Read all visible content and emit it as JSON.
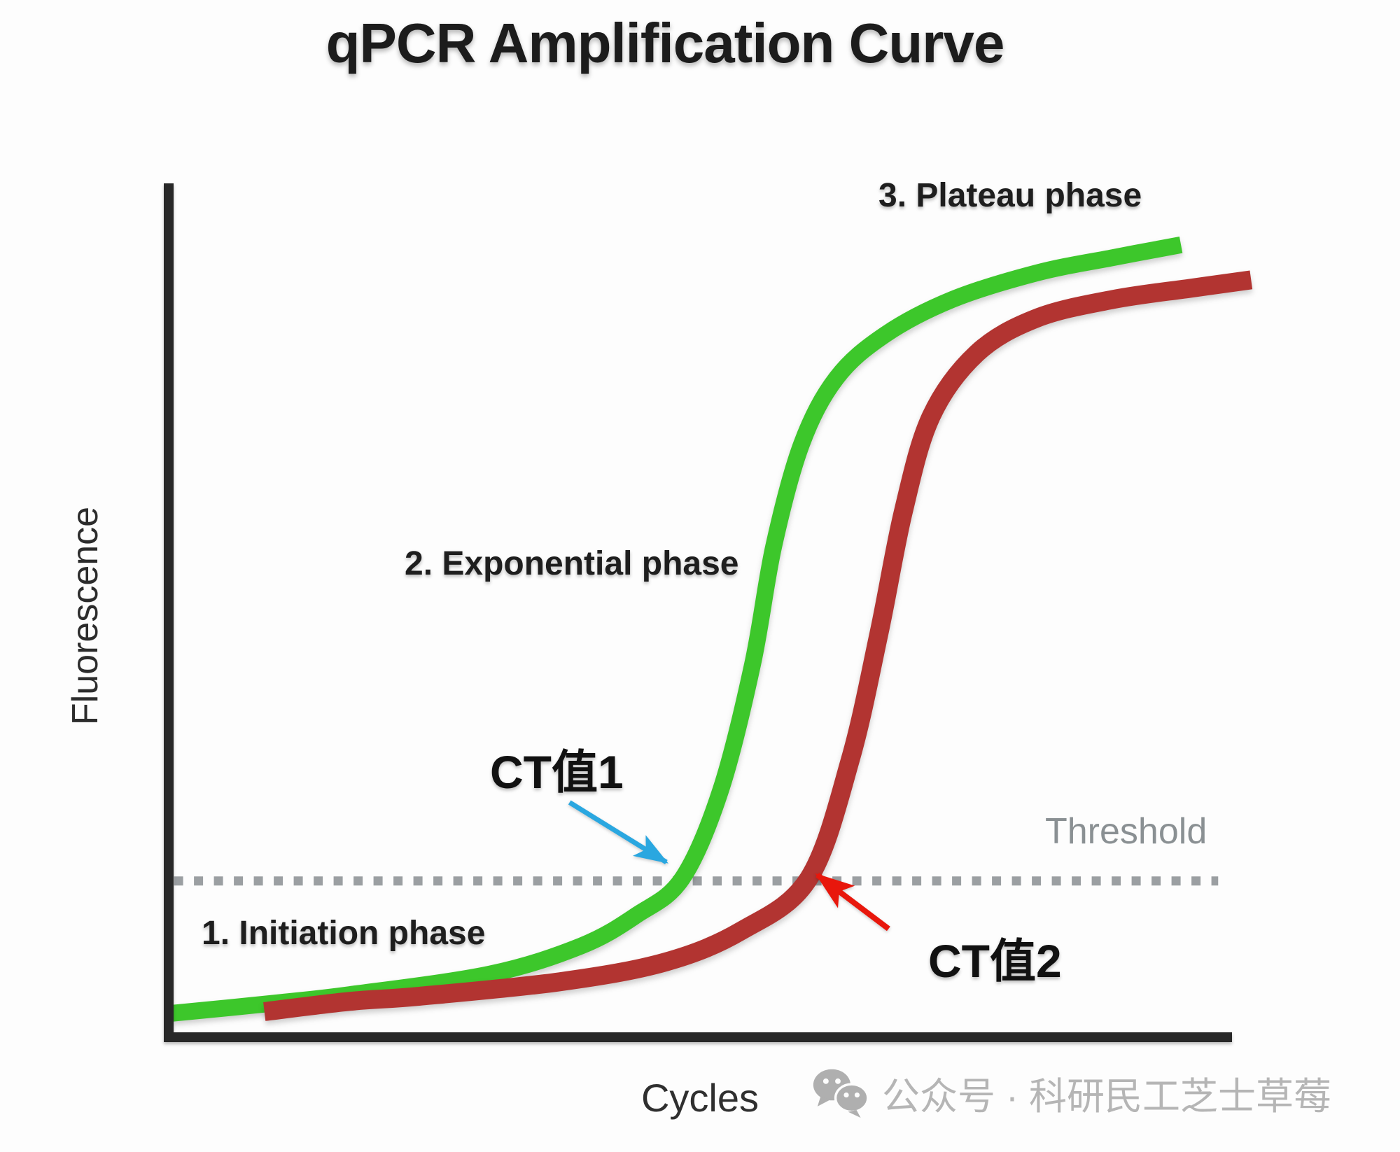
{
  "title": "qPCR Amplification Curve",
  "colors": {
    "green_curve": "#3dc72b",
    "red_curve": "#b23431",
    "axis": "#282828",
    "threshold_line": "#9b9fa2",
    "threshold_text": "#8a9093",
    "blue_arrow": "#2aa7e0",
    "red_arrow": "#e8170c",
    "watermark_gray": "#b5b5b5"
  },
  "chart_data": {
    "type": "line",
    "title": "qPCR Amplification Curve",
    "xlabel": "Cycles",
    "ylabel": "Fluorescence",
    "axes_numeric": false,
    "x_range_units": "relative cycles 0-1 (no tick labels shown)",
    "y_range_units": "relative fluorescence 0-1 (no tick labels shown)",
    "grid": false,
    "legend": false,
    "threshold": {
      "label": "Threshold",
      "y": 0.183,
      "x_start": 0.005,
      "x_end": 0.987,
      "style": "dashed",
      "color": "#9b9fa2"
    },
    "series": [
      {
        "name": "green-curve (earlier amplification, lower CT)",
        "color": "#3dc72b",
        "stroke_width": 24,
        "ct_crossing_x": 0.483,
        "points": [
          [
            0.003,
            0.028
          ],
          [
            0.1,
            0.04
          ],
          [
            0.171,
            0.05
          ],
          [
            0.302,
            0.074
          ],
          [
            0.388,
            0.107
          ],
          [
            0.44,
            0.143
          ],
          [
            0.483,
            0.186
          ],
          [
            0.519,
            0.289
          ],
          [
            0.549,
            0.436
          ],
          [
            0.569,
            0.575
          ],
          [
            0.595,
            0.694
          ],
          [
            0.628,
            0.772
          ],
          [
            0.674,
            0.823
          ],
          [
            0.737,
            0.864
          ],
          [
            0.816,
            0.895
          ],
          [
            0.888,
            0.913
          ],
          [
            0.952,
            0.928
          ]
        ]
      },
      {
        "name": "red-curve (later amplification, higher CT)",
        "color": "#b23431",
        "stroke_width": 27,
        "ct_crossing_x": 0.602,
        "points": [
          [
            0.09,
            0.03
          ],
          [
            0.17,
            0.042
          ],
          [
            0.236,
            0.048
          ],
          [
            0.368,
            0.065
          ],
          [
            0.467,
            0.088
          ],
          [
            0.539,
            0.125
          ],
          [
            0.602,
            0.186
          ],
          [
            0.641,
            0.325
          ],
          [
            0.668,
            0.473
          ],
          [
            0.691,
            0.616
          ],
          [
            0.717,
            0.727
          ],
          [
            0.76,
            0.801
          ],
          [
            0.816,
            0.842
          ],
          [
            0.888,
            0.864
          ],
          [
            0.96,
            0.877
          ],
          [
            1.018,
            0.887
          ]
        ]
      }
    ],
    "annotations": {
      "phases": [
        {
          "label": "1. Initiation phase"
        },
        {
          "label": "2. Exponential phase"
        },
        {
          "label": "3. Plateau phase"
        }
      ],
      "ct_markers": [
        {
          "label": "CT值1",
          "arrow_color": "#2aa7e0",
          "arrow_from": [
            0.377,
            0.275
          ],
          "arrow_to": [
            0.468,
            0.205
          ]
        },
        {
          "label": "CT值2",
          "arrow_color": "#e8170c",
          "arrow_from": [
            0.677,
            0.127
          ],
          "arrow_to": [
            0.61,
            0.19
          ]
        }
      ]
    }
  },
  "watermark": {
    "icon": "wechat-icon",
    "text": "公众号 · 科研民工芝士草莓"
  }
}
